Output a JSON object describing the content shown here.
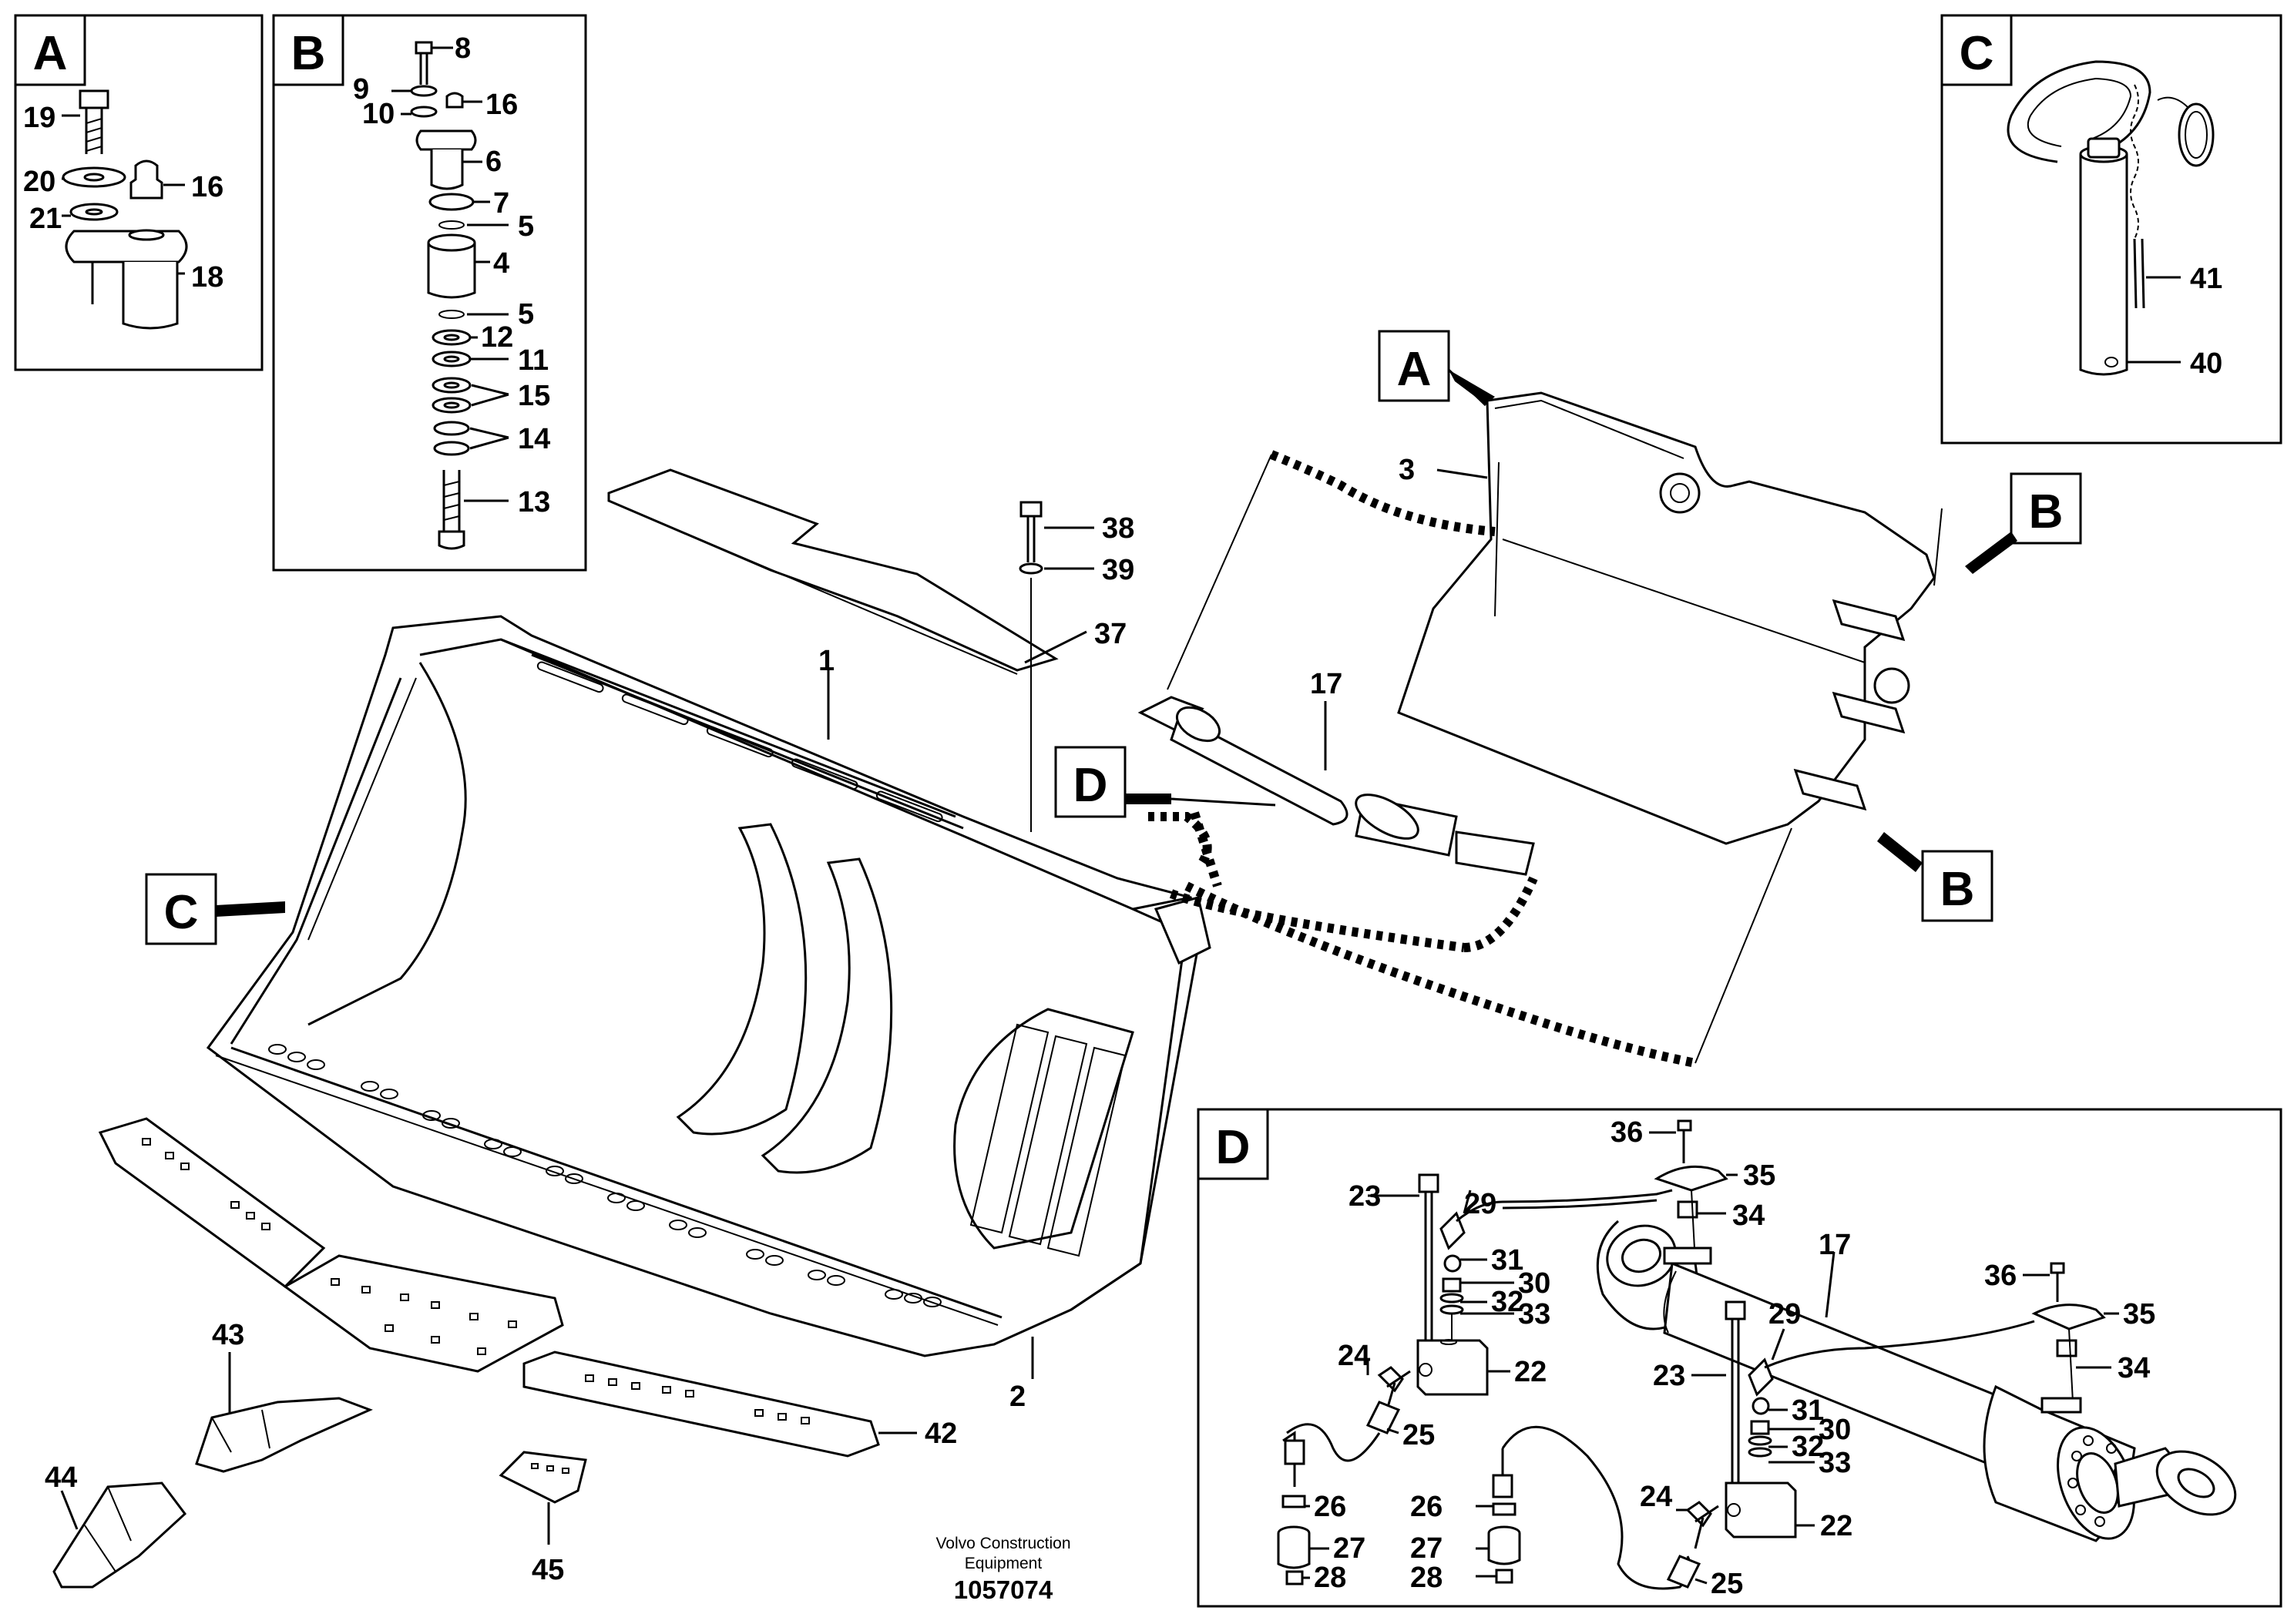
{
  "callouts": {
    "A": "A",
    "B": "B",
    "C": "C",
    "D": "D"
  },
  "parts": {
    "p1": "1",
    "p2": "2",
    "p3": "3",
    "p4": "4",
    "p5": "5",
    "p6": "6",
    "p7": "7",
    "p8": "8",
    "p9": "9",
    "p10": "10",
    "p11": "11",
    "p12": "12",
    "p13": "13",
    "p14": "14",
    "p15": "15",
    "p16": "16",
    "p17": "17",
    "p18": "18",
    "p19": "19",
    "p20": "20",
    "p21": "21",
    "p22": "22",
    "p23": "23",
    "p24": "24",
    "p25": "25",
    "p26": "26",
    "p27": "27",
    "p28": "28",
    "p29": "29",
    "p30": "30",
    "p31": "31",
    "p32": "32",
    "p33": "33",
    "p34": "34",
    "p35": "35",
    "p36": "36",
    "p37": "37",
    "p38": "38",
    "p39": "39",
    "p40": "40",
    "p41": "41",
    "p42": "42",
    "p43": "43",
    "p44": "44",
    "p45": "45"
  },
  "footer": {
    "brand_line1": "Volvo Construction",
    "brand_line2": "Equipment",
    "drawing_number": "1057074"
  }
}
